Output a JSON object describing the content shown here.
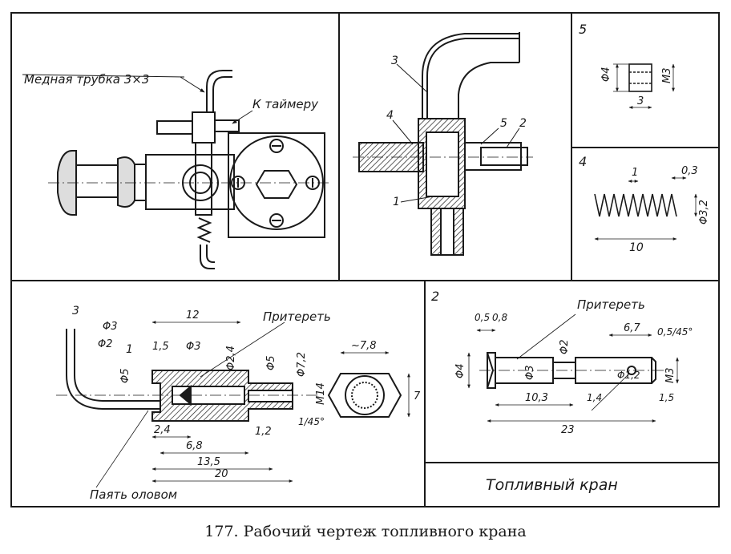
{
  "views": {
    "assembly": {
      "labels": {
        "tube": "Медная трубка 3×3",
        "timer": "К таймеру"
      }
    },
    "section": {
      "callouts": [
        "3",
        "4",
        "5",
        "2",
        "1"
      ]
    },
    "part5": {
      "number": "5",
      "dims": {
        "dia": "Φ4",
        "thread": "M3",
        "len": "3"
      }
    },
    "part4": {
      "number": "4",
      "dims": {
        "pitch": "1",
        "wire": "0,3",
        "dia": "Φ3,2",
        "len": "10"
      }
    },
    "part1": {
      "callouts": [
        "3",
        "1"
      ],
      "dims": {
        "d3": "Φ3",
        "d2": "Φ2",
        "d5a": "Φ5",
        "w12": "12",
        "w15": "1,5",
        "d3b": "Φ3",
        "d24": "Φ2,4",
        "d5b": "Φ5",
        "d72": "Φ7,2",
        "m14": "M14",
        "c145": "1/45°",
        "w24": "2,4",
        "w68": "6,8",
        "w12b": "1,2",
        "w135": "13,5",
        "w20": "20",
        "hex": "~7,8",
        "hexh": "7"
      },
      "labels": {
        "lap": "Притереть",
        "solder": "Паять оловом"
      }
    },
    "part2": {
      "number": "2",
      "dims": {
        "d05": "0,5",
        "d08": "0,8",
        "d4": "Φ4",
        "d3": "Φ3",
        "d2": "Φ2",
        "l67": "6,7",
        "c05": "0,5/45°",
        "hole": "Φ1,2",
        "m3": "M3",
        "l103": "10,3",
        "l14": "1,4",
        "l15": "1,5",
        "l23": "23"
      },
      "labels": {
        "lap": "Притереть"
      }
    }
  },
  "title_block": {
    "name": "Топливный кран"
  },
  "caption": "177. Рабочий чертеж топливного крана"
}
